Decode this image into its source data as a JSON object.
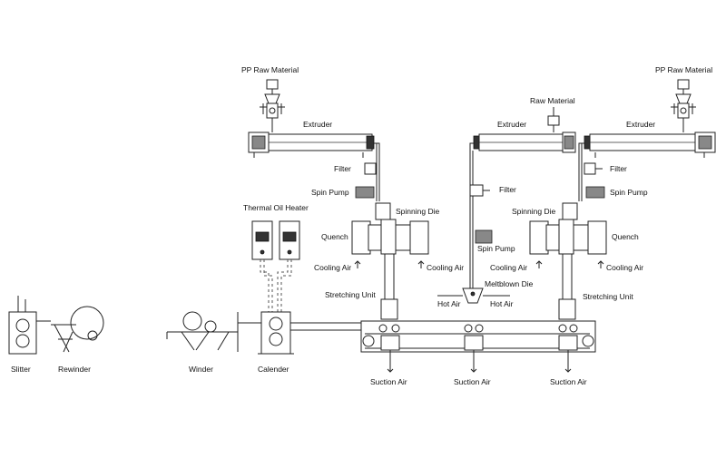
{
  "labels": {
    "pp_raw_material_left": "PP Raw Material",
    "pp_raw_material_right": "PP Raw Material",
    "raw_material_center": "Raw Material",
    "extruder_left": "Extruder",
    "extruder_center": "Extruder",
    "extruder_right": "Extruder",
    "filter_left": "Filter",
    "filter_center": "Filter",
    "filter_right": "Filter",
    "spin_pump_left": "Spin Pump",
    "spin_pump_center": "Spin Pump",
    "spin_pump_right": "Spin Pump",
    "spinning_die_left": "Spinning Die",
    "spinning_die_right": "Spinning Die",
    "quench_left": "Quench",
    "quench_right": "Quench",
    "cooling_air_1": "Cooling Air",
    "cooling_air_2": "Cooling Air",
    "cooling_air_3": "Cooling Air",
    "cooling_air_4": "Cooling Air",
    "stretching_unit_left": "Stretching Unit",
    "stretching_unit_right": "Stretching Unit",
    "meltblown_die": "Meltblown Die",
    "hot_air_left": "Hot Air",
    "hot_air_right": "Hot Air",
    "thermal_oil_heater": "Thermal Oil Heater",
    "suction_air_1": "Suction Air",
    "suction_air_2": "Suction Air",
    "suction_air_3": "Suction Air",
    "slitter": "Slitter",
    "rewinder": "Rewinder",
    "winder": "Winder",
    "calender": "Calender"
  },
  "icons": {
    "hopper": "hopper-icon",
    "arrow": "arrow-icon"
  }
}
